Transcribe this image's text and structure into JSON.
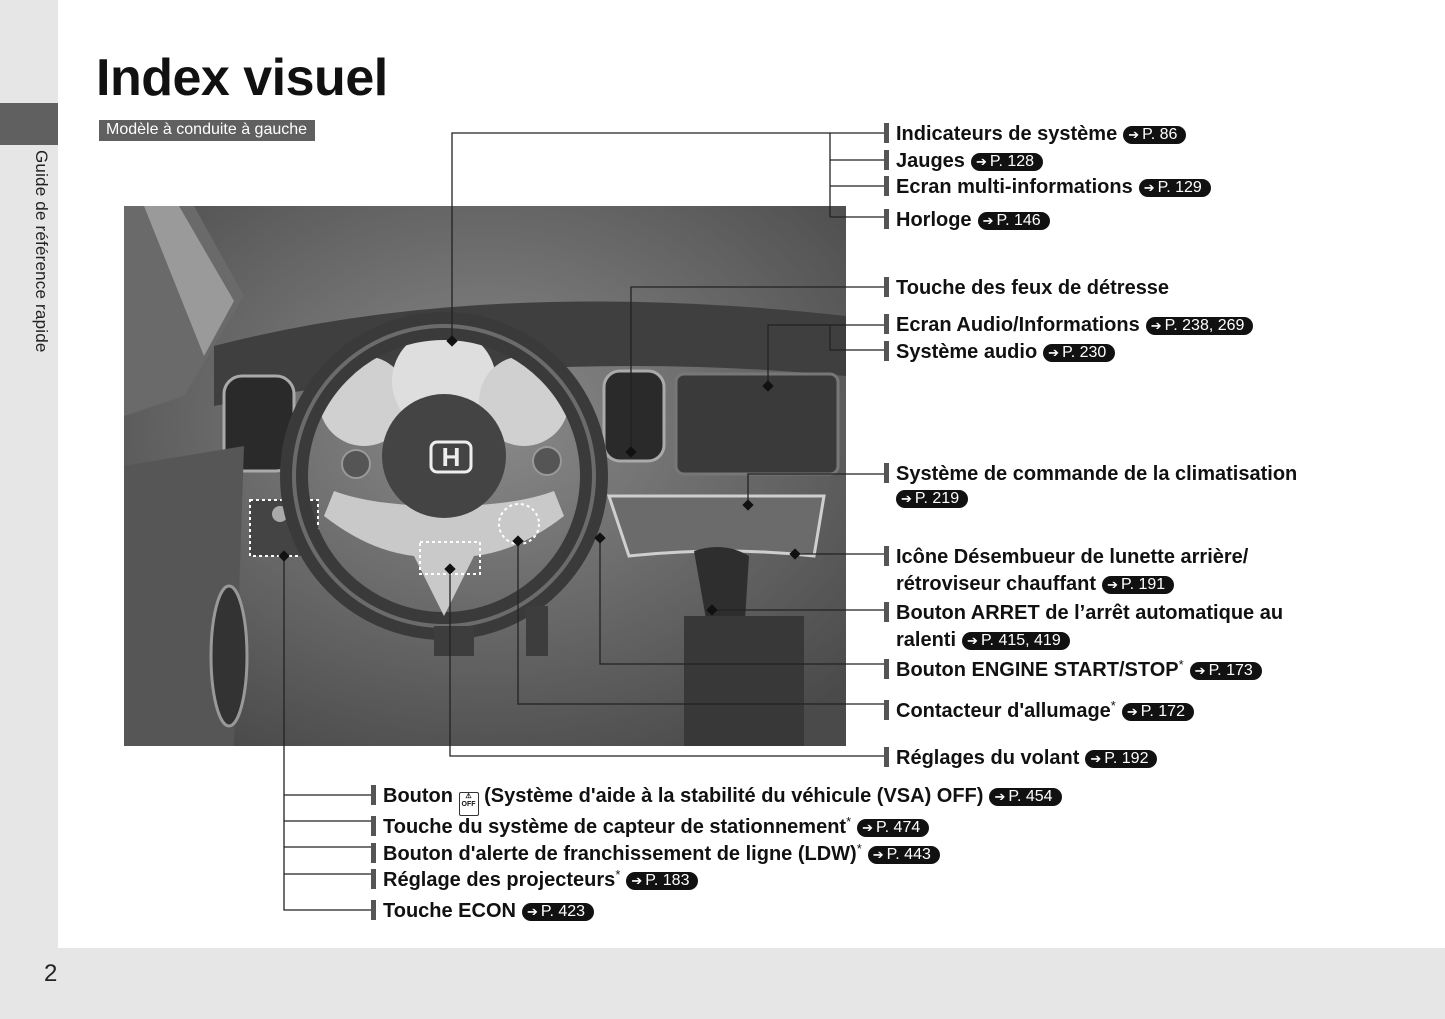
{
  "header": {
    "title": "Index visuel",
    "badge": "Modèle à conduite à gauche"
  },
  "side_tab": {
    "text": "Guide de référence rapide"
  },
  "page_number": "2",
  "figure": {
    "logo": "H"
  },
  "right_labels": {
    "indicateurs": {
      "text": "Indicateurs de système",
      "ref": "P. 86"
    },
    "jauges": {
      "text": "Jauges",
      "ref": "P. 128"
    },
    "ecran_multi": {
      "text": "Ecran multi-informations",
      "ref": "P. 129"
    },
    "horloge": {
      "text": "Horloge",
      "ref": "P. 146"
    },
    "detresse": {
      "text": "Touche des feux de détresse"
    },
    "ecran_audio": {
      "text": "Ecran Audio/Informations",
      "ref": "P. 238, 269"
    },
    "systeme_audio": {
      "text": "Système audio",
      "ref": "P. 230"
    },
    "climatisation": {
      "text": "Système de commande de la climatisation",
      "ref": "P. 219"
    },
    "desembueur": {
      "text1": "Icône Désembueur de lunette arrière/",
      "text2": "rétroviseur chauffant",
      "ref": "P. 191"
    },
    "arret": {
      "text1": "Bouton ARRET de l’arrêt automatique au",
      "text2": "ralenti",
      "ref": "P. 415, 419"
    },
    "engine": {
      "text": "Bouton ENGINE START/STOP",
      "star": "*",
      "ref": "P. 173"
    },
    "contacteur": {
      "text": "Contacteur d'allumage",
      "star": "*",
      "ref": "P. 172"
    },
    "volant": {
      "text": "Réglages du volant",
      "ref": "P. 192"
    }
  },
  "bottom_labels": {
    "vsa": {
      "text1": "Bouton",
      "icon_text": "OFF",
      "text2": "(Système d'aide à la stabilité du véhicule (VSA) OFF)",
      "ref": "P. 454"
    },
    "capteur": {
      "text": "Touche du système de capteur de stationnement",
      "star": "*",
      "ref": "P. 474"
    },
    "ldw": {
      "text": "Bouton d'alerte de franchissement de ligne (LDW)",
      "star": "*",
      "ref": "P. 443"
    },
    "projecteurs": {
      "text": "Réglage des projecteurs",
      "star": "*",
      "ref": "P. 183"
    },
    "econ": {
      "text": "Touche ECON",
      "ref": "P. 423"
    }
  }
}
